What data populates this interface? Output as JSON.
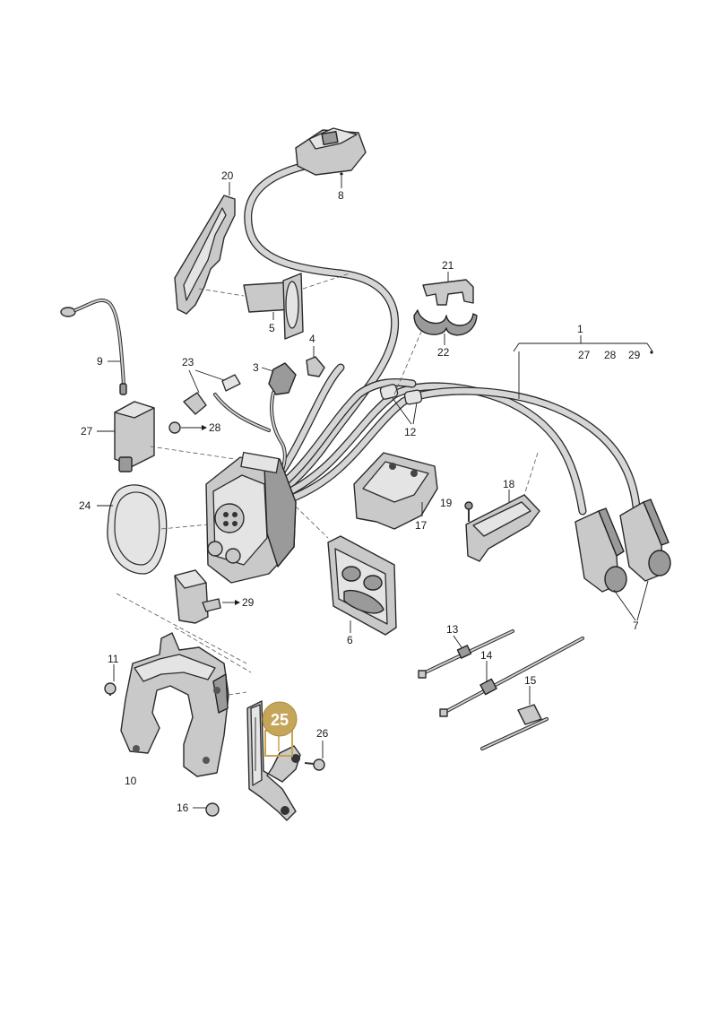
{
  "diagram": {
    "labels": {
      "p1": "1",
      "p27a": "27",
      "p28a": "28",
      "p29a": "29",
      "p3": "3",
      "p4": "4",
      "p5": "5",
      "p6": "6",
      "p7": "7",
      "p8": "8",
      "p9": "9",
      "p10": "10",
      "p11": "11",
      "p12": "12",
      "p13": "13",
      "p14": "14",
      "p15": "15",
      "p16": "16",
      "p17": "17",
      "p18": "18",
      "p19": "19",
      "p20": "20",
      "p21": "21",
      "p22": "22",
      "p23": "23",
      "p24": "24",
      "p26": "26",
      "p27": "27",
      "p28": "28",
      "p29": "29"
    },
    "highlight": {
      "label": "25",
      "color": "#c4a55a"
    }
  }
}
